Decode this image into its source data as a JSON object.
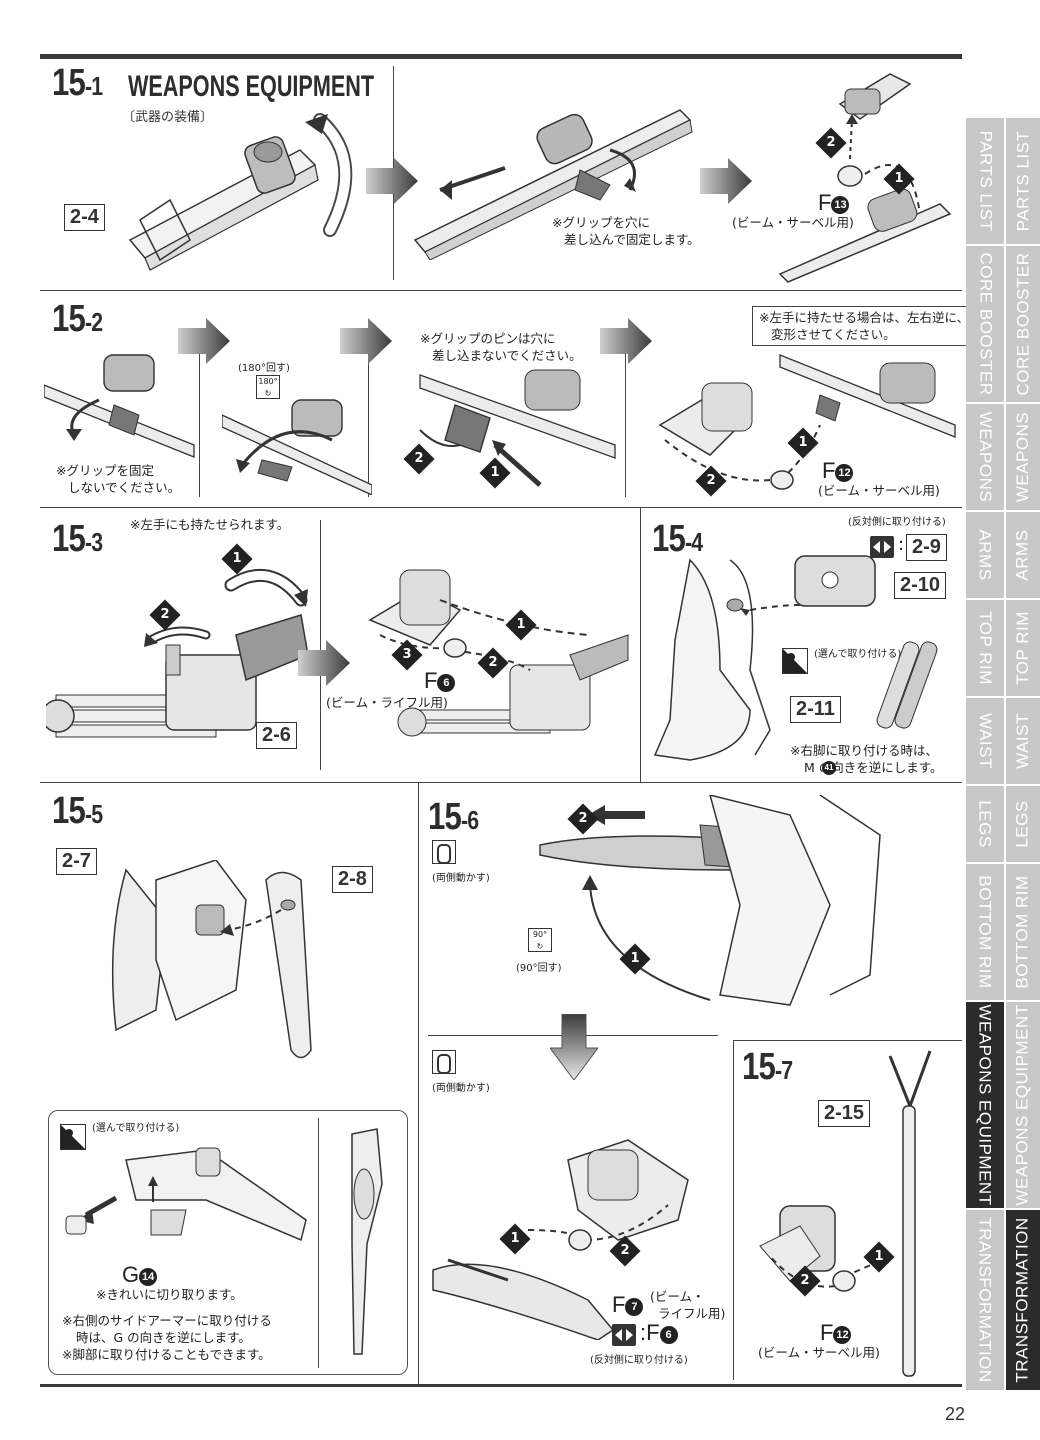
{
  "steps": {
    "s15_1": {
      "number": "15",
      "sub": "-1",
      "title": "WEAPONS EQUIPMENT",
      "subtitle": "〔武器の装備〕",
      "ref": "2-4",
      "note_grip": [
        "※グリップを穴に",
        "差し込んで固定します。"
      ],
      "part": "F",
      "part_num": "13",
      "part_use": "(ビーム・サーベル用)"
    },
    "s15_2": {
      "number": "15",
      "sub": "-2",
      "rotate_label": "(180°回す)",
      "rotate_icon": "180°",
      "note_no_fix": [
        "※グリップを固定",
        "しないでください。"
      ],
      "note_pin": [
        "※グリップのピンは穴に",
        "差し込まないでください。"
      ],
      "note_left": [
        "※左手に持たせる場合は、左右逆に、",
        "変形させてください。"
      ],
      "part": "F",
      "part_num": "12",
      "part_use": "(ビーム・サーベル用)"
    },
    "s15_3": {
      "number": "15",
      "sub": "-3",
      "note_left": "※左手にも持たせられます。",
      "ref": "2-6",
      "part": "F",
      "part_num": "6",
      "part_use": "(ビーム・ライフル用)"
    },
    "s15_4": {
      "number": "15",
      "sub": "-4",
      "opposite_label": "(反対側に取り付ける)",
      "ref_a": "2-9",
      "ref_b": "2-10",
      "choose_label": "(選んで取り付ける)",
      "ref_c": "2-11",
      "note_right": [
        "※右脚に取り付ける時は、",
        "M  の向きを逆にします。"
      ],
      "note_part_num": "41"
    },
    "s15_5": {
      "number": "15",
      "sub": "-5",
      "ref_a": "2-7",
      "ref_b": "2-8",
      "choose_label": "(選んで取り付ける)",
      "part": "G",
      "part_num": "14",
      "note_cut": "※きれいに切り取ります。",
      "note_side": [
        "※右側のサイドアーマーに取り付ける",
        "時は、G  の向きを逆にします。",
        "※脚部に取り付けることもできます。"
      ]
    },
    "s15_6": {
      "number": "15",
      "sub": "-6",
      "move_label": "(両側動かす)",
      "rotate_icon": "90°",
      "rotate_label": "(90°回す)",
      "move_label_2": "(両側動かす)",
      "part": "F",
      "part_num": "7",
      "part_use": [
        "(ビーム・",
        "ライフル用)"
      ],
      "part_b": "F",
      "part_b_num": "6",
      "opposite_label": "(反対側に取り付ける)"
    },
    "s15_7": {
      "number": "15",
      "sub": "-7",
      "ref": "2-15",
      "part": "F",
      "part_num": "12",
      "part_use": "(ビーム・サーベル用)"
    }
  },
  "tabs_left": [
    "PARTS LIST",
    "CORE BOOSTER",
    "WEAPONS",
    "ARMS",
    "TOP RIM",
    "WAIST",
    "LEGS",
    "BOTTOM RIM",
    "WEAPONS EQUIPMENT",
    "TRANSFORMATION"
  ],
  "tabs_right": [
    "PARTS LIST",
    "CORE BOOSTER",
    "WEAPONS",
    "ARMS",
    "TOP RIM",
    "WAIST",
    "LEGS",
    "BOTTOM RIM",
    "WEAPONS EQUIPMENT",
    "TRANSFORMATION"
  ],
  "active_tab_left": "WEAPONS EQUIPMENT",
  "active_tab_right": "TRANSFORMATION",
  "page_number": "22",
  "colors": {
    "ink": "#2d2d2d",
    "tab_inactive": "#c8c8c8",
    "tab_active": "#2b2b2b",
    "arrow_dark": "#3a3a3a",
    "arrow_light": "#cfcfcf"
  }
}
